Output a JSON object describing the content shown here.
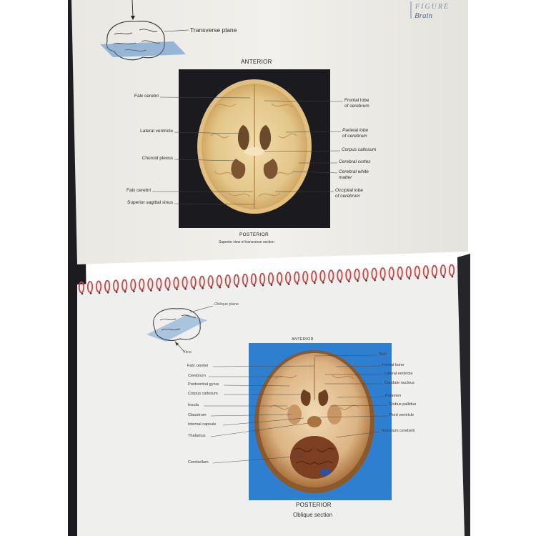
{
  "header": {
    "figure": "FIGURE",
    "section": "Brain"
  },
  "top_page": {
    "plane_label": "Transverse plane",
    "anterior": "ANTERIOR",
    "posterior": "POSTERIOR",
    "caption": "Superior view of transverse section",
    "left_labels": [
      "Falx cerebri",
      "Lateral ventricle",
      "Choroid plexus",
      "Falx cerebri",
      "Superior sagittal sinus"
    ],
    "right_labels": [
      "Frontal lobe",
      "of cerebrum",
      "Parietal lobe",
      "of cerebrum",
      "Corpus callosum",
      "Cerebral cortex",
      "Cerebral white",
      "matter",
      "Occipital lobe",
      "of cerebrum"
    ]
  },
  "bottom_page": {
    "plane_label": "Oblique plane",
    "view_label": "View",
    "anterior": "ANTERIOR",
    "posterior": "POSTERIOR",
    "caption": "Oblique section",
    "left_labels": [
      "Falx cerebri",
      "Cerebrum",
      "Postcentral gyrus",
      "Corpus callosum",
      "Insula",
      "Claustrum",
      "Internal capsule",
      "Thalamus",
      "Cerebellum"
    ],
    "right_labels": [
      "Skin",
      "Frontal bone",
      "Lateral ventricle",
      "Caudate nucleus",
      "Putamen",
      "Globus pallidus",
      "Third ventricle",
      "Tentorium cerebelli"
    ]
  },
  "colors": {
    "top_photo_bg": "#1b1b1f",
    "bottom_photo_bg": "#2f7fd0",
    "spiral_ring": "#c24a4a",
    "brain_tissue": "#e7cf95",
    "header_accent": "#7d8fa8"
  }
}
